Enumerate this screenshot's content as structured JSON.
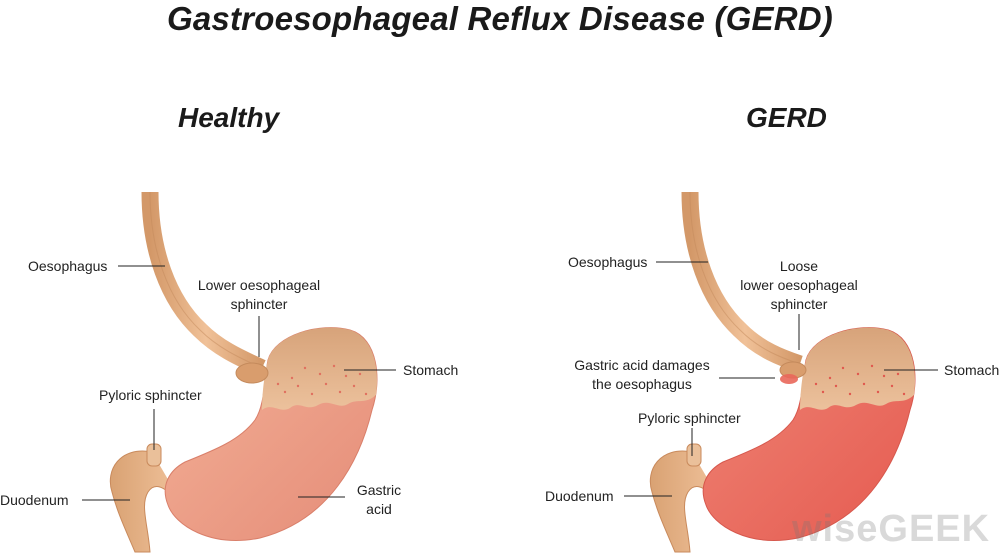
{
  "title": "Gastroesophageal Reflux Disease (GERD)",
  "panels": {
    "healthy": {
      "heading": "Healthy",
      "labels": {
        "oesophagus": "Oesophagus",
        "les_line1": "Lower oesophageal",
        "les_line2": "sphincter",
        "stomach": "Stomach",
        "pyloric": "Pyloric sphincter",
        "duodenum": "Duodenum",
        "acid_line1": "Gastric",
        "acid_line2": "acid"
      }
    },
    "gerd": {
      "heading": "GERD",
      "labels": {
        "oesophagus": "Oesophagus",
        "les_line1": "Loose",
        "les_line2": "lower oesophageal",
        "les_line3": "sphincter",
        "damage_line1": "Gastric acid damages",
        "damage_line2": "the oesophagus",
        "stomach": "Stomach",
        "pyloric": "Pyloric sphincter",
        "duodenum": "Duodenum"
      }
    }
  },
  "watermark": "wiseGEEK",
  "colors": {
    "tissue": "#e8b48a",
    "tissue_dark": "#c98a5c",
    "healthy_acid": "#ee9d84",
    "gerd_acid": "#e9675a",
    "fundus": "#e7b489"
  }
}
